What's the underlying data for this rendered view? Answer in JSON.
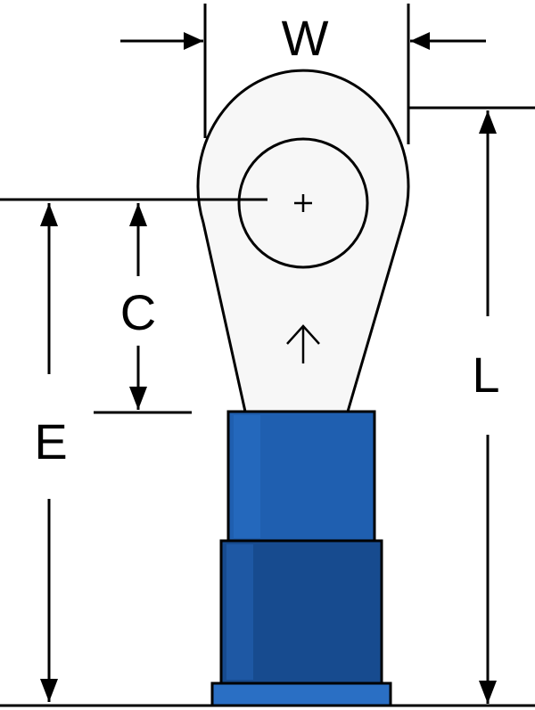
{
  "diagram": {
    "title": "",
    "labels": {
      "w": "W",
      "c": "C",
      "e": "E",
      "l": "L"
    },
    "colors": {
      "background": "#ffffff",
      "line": "#000000",
      "ring_fill": "#f7f7f7",
      "insulation": "#1f5fb0",
      "insulation_dark": "#174b8f",
      "insulation_base": "#2a6fc4"
    },
    "icons": [
      "center-crosshair-icon",
      "direction-arrow-icon"
    ]
  }
}
